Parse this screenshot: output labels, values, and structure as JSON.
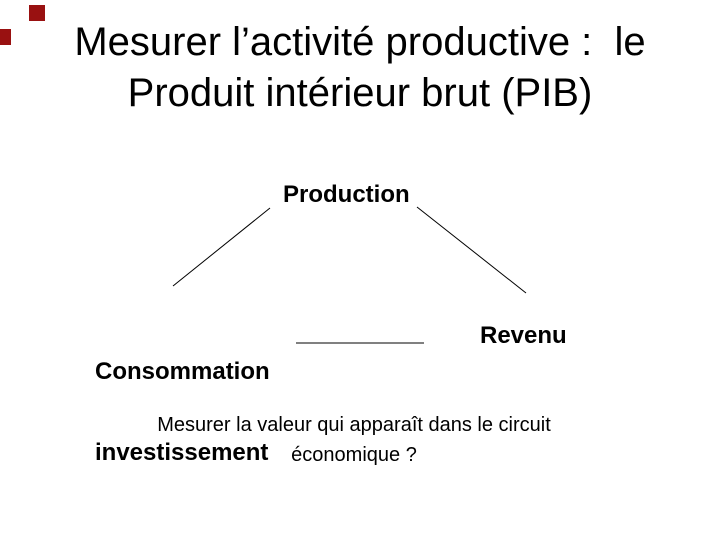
{
  "slide": {
    "title": {
      "line1": "Mesurer l’activité productive :  le",
      "line2": "Produit intérieur brut (PIB)"
    },
    "diagram": {
      "production_label": "Production",
      "consommation_line1": "Consommation",
      "consommation_line2": "investissement",
      "revenu_label": "Revenu"
    },
    "question": {
      "line1": "Mesurer la valeur qui apparaît dans le circuit",
      "line2": "économique ?"
    },
    "decor": {
      "accent_color": "#991111"
    }
  }
}
